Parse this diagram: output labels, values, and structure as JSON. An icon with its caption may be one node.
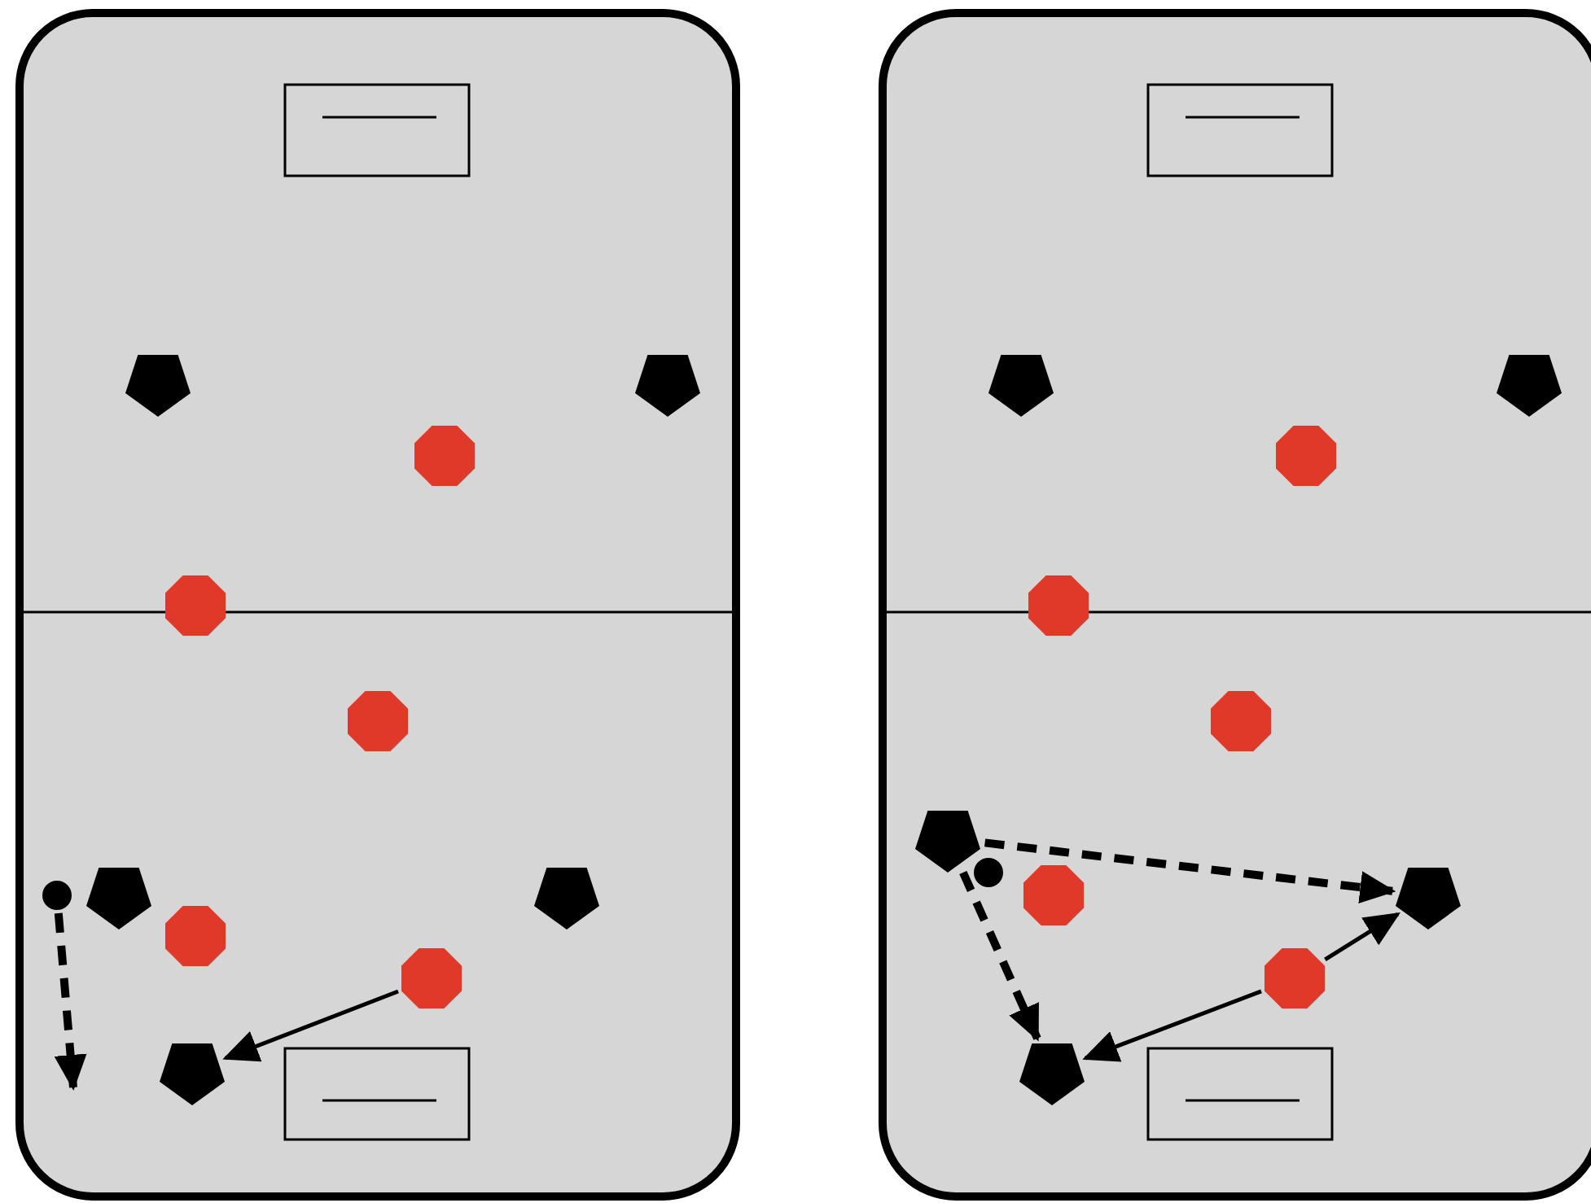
{
  "diagram": {
    "nodes": [
      {
        "text": [],
        "shape": "pentagon"
      },
      {
        "text": [],
        "shape": "pentagon"
      },
      {
        "text": [],
        "shape": "octagon"
      },
      {
        "text": [],
        "shape": "octagon"
      },
      {
        "text": [],
        "shape": "octagon"
      },
      {
        "text": [],
        "shape": "circle"
      },
      {
        "text": [],
        "shape": "pentagon"
      },
      {
        "text": [],
        "shape": "pentagon"
      },
      {
        "text": [],
        "shape": "octagon"
      },
      {
        "text": [],
        "shape": "octagon"
      },
      {
        "text": [],
        "shape": "pentagon"
      },
      {
        "text": [],
        "shape": "pentagon"
      },
      {
        "text": [],
        "shape": "pentagon"
      },
      {
        "text": [],
        "shape": "octagon"
      },
      {
        "text": [],
        "shape": "octagon"
      },
      {
        "text": [],
        "shape": "octagon"
      },
      {
        "text": [],
        "shape": "pentagon"
      },
      {
        "text": [],
        "shape": "circle"
      },
      {
        "text": [],
        "shape": "octagon"
      },
      {
        "text": [],
        "shape": "pentagon"
      },
      {
        "text": [],
        "shape": "octagon"
      },
      {
        "text": [],
        "shape": "pentagon"
      }
    ],
    "edges": [
      {
        "from": 5,
        "to": null,
        "arrow": "to",
        "style": "dashed"
      },
      {
        "from": 9,
        "to": 10,
        "arrow": "to"
      },
      {
        "from": 16,
        "to": 19,
        "arrow": "to",
        "style": "dashed"
      },
      {
        "from": 16,
        "to": 21,
        "arrow": "to",
        "style": "dashed"
      },
      {
        "from": 20,
        "to": 21,
        "arrow": "to"
      },
      {
        "from": 20,
        "to": 19,
        "arrow": "to"
      }
    ]
  }
}
